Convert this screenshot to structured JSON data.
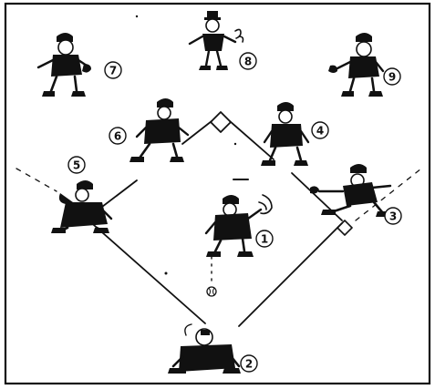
{
  "diagram": {
    "players": [
      {
        "id": "pitcher",
        "number": "1"
      },
      {
        "id": "catcher",
        "number": "2"
      },
      {
        "id": "first-baseman",
        "number": "3"
      },
      {
        "id": "second-baseman",
        "number": "4"
      },
      {
        "id": "third-baseman",
        "number": "5"
      },
      {
        "id": "shortstop",
        "number": "6"
      },
      {
        "id": "left-fielder",
        "number": "7"
      },
      {
        "id": "center-fielder",
        "number": "8"
      },
      {
        "id": "right-fielder",
        "number": "9"
      }
    ]
  }
}
